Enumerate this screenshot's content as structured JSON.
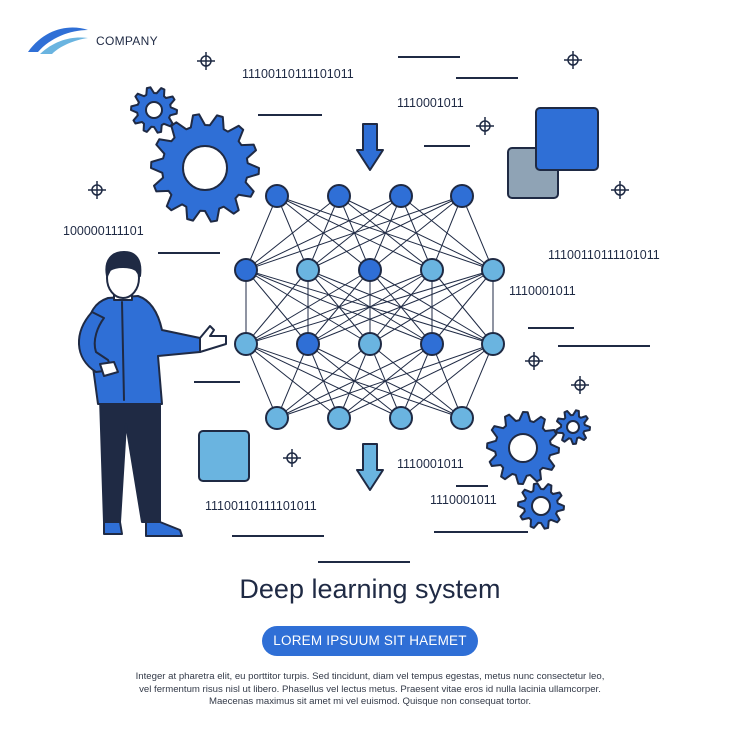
{
  "brand": {
    "name": "COMPANY",
    "logo_icon": "wave-logo-icon"
  },
  "binary_labels": [
    "1110011011110101​1",
    "1110001011",
    "100000111101",
    "1110011011110101​1",
    "1110001011",
    "1110001011",
    "1110001011",
    "1110011011110101​1"
  ],
  "title": "Deep learning system",
  "button_label": "LOREM IPSUUM SIT HAEMET",
  "body_lines": [
    "Integer at pharetra elit, eu porttitor turpis. Sed tincidunt, diam vel tempus egestas, metus nunc consectetur leo,",
    "vel fermentum risus nisl ut libero. Phasellus vel lectus metus. Praesent vitae eros id nulla lacinia ullamcorper.",
    "Maecenas maximus sit amet mi vel euismod. Quisque non consequat tortor."
  ],
  "colors": {
    "blue": "#2f6fd6",
    "light_blue": "#6ab4e0",
    "navy": "#1f2a44",
    "gray": "#8fa3b5"
  }
}
